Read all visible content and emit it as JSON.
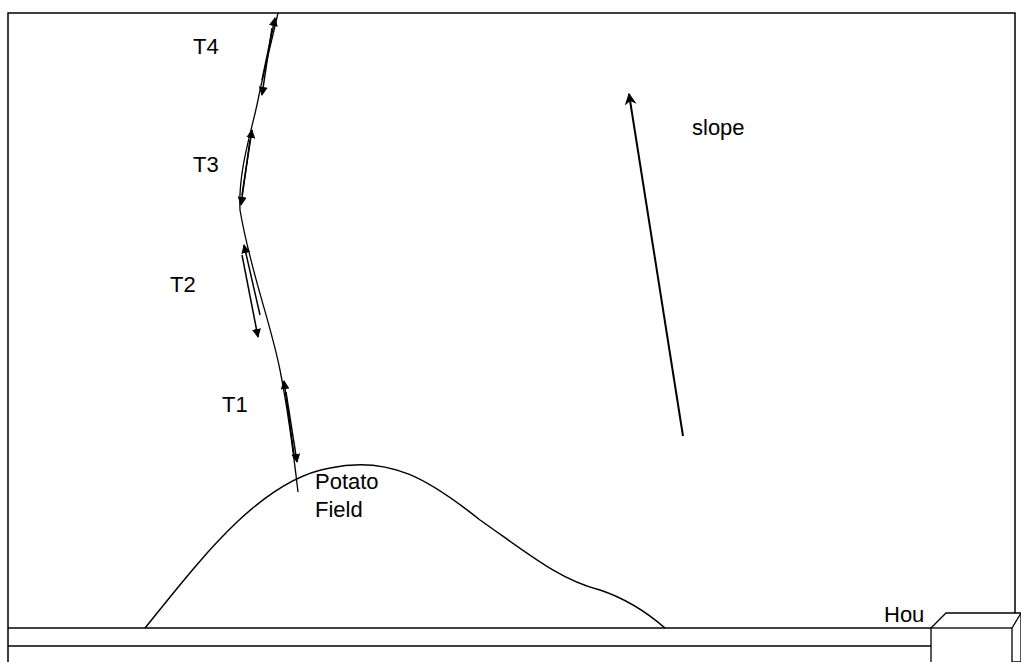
{
  "diagram": {
    "labels": [
      "T4",
      "T3",
      "T2",
      "T1",
      "slope",
      "Potato Field",
      "Hou"
    ]
  }
}
